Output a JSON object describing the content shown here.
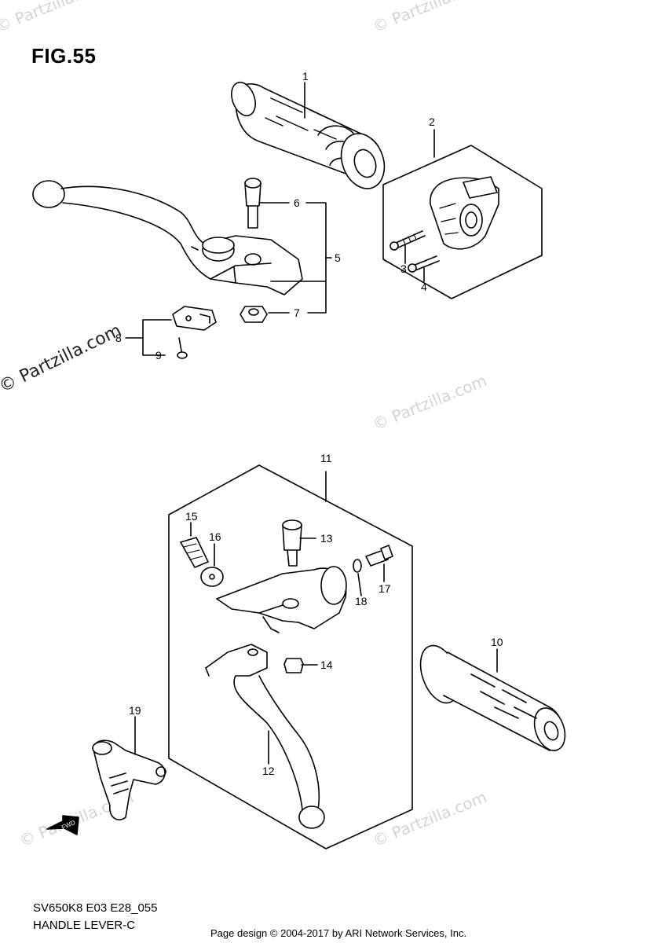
{
  "figure": {
    "title": "FIG.55"
  },
  "watermark": {
    "main": "© Partzilla.com",
    "faint": "© Partzilla.com"
  },
  "callouts": [
    "1",
    "2",
    "3",
    "4",
    "5",
    "6",
    "7",
    "8",
    "9",
    "10",
    "11",
    "12",
    "13",
    "14",
    "15",
    "16",
    "17",
    "18",
    "19"
  ],
  "fwd_label": "FWD",
  "footer": {
    "code": "SV650K8 E03 E28_055",
    "name": "HANDLE LEVER-C",
    "copyright": "Page design © 2004-2017 by ARI Network Services, Inc."
  }
}
